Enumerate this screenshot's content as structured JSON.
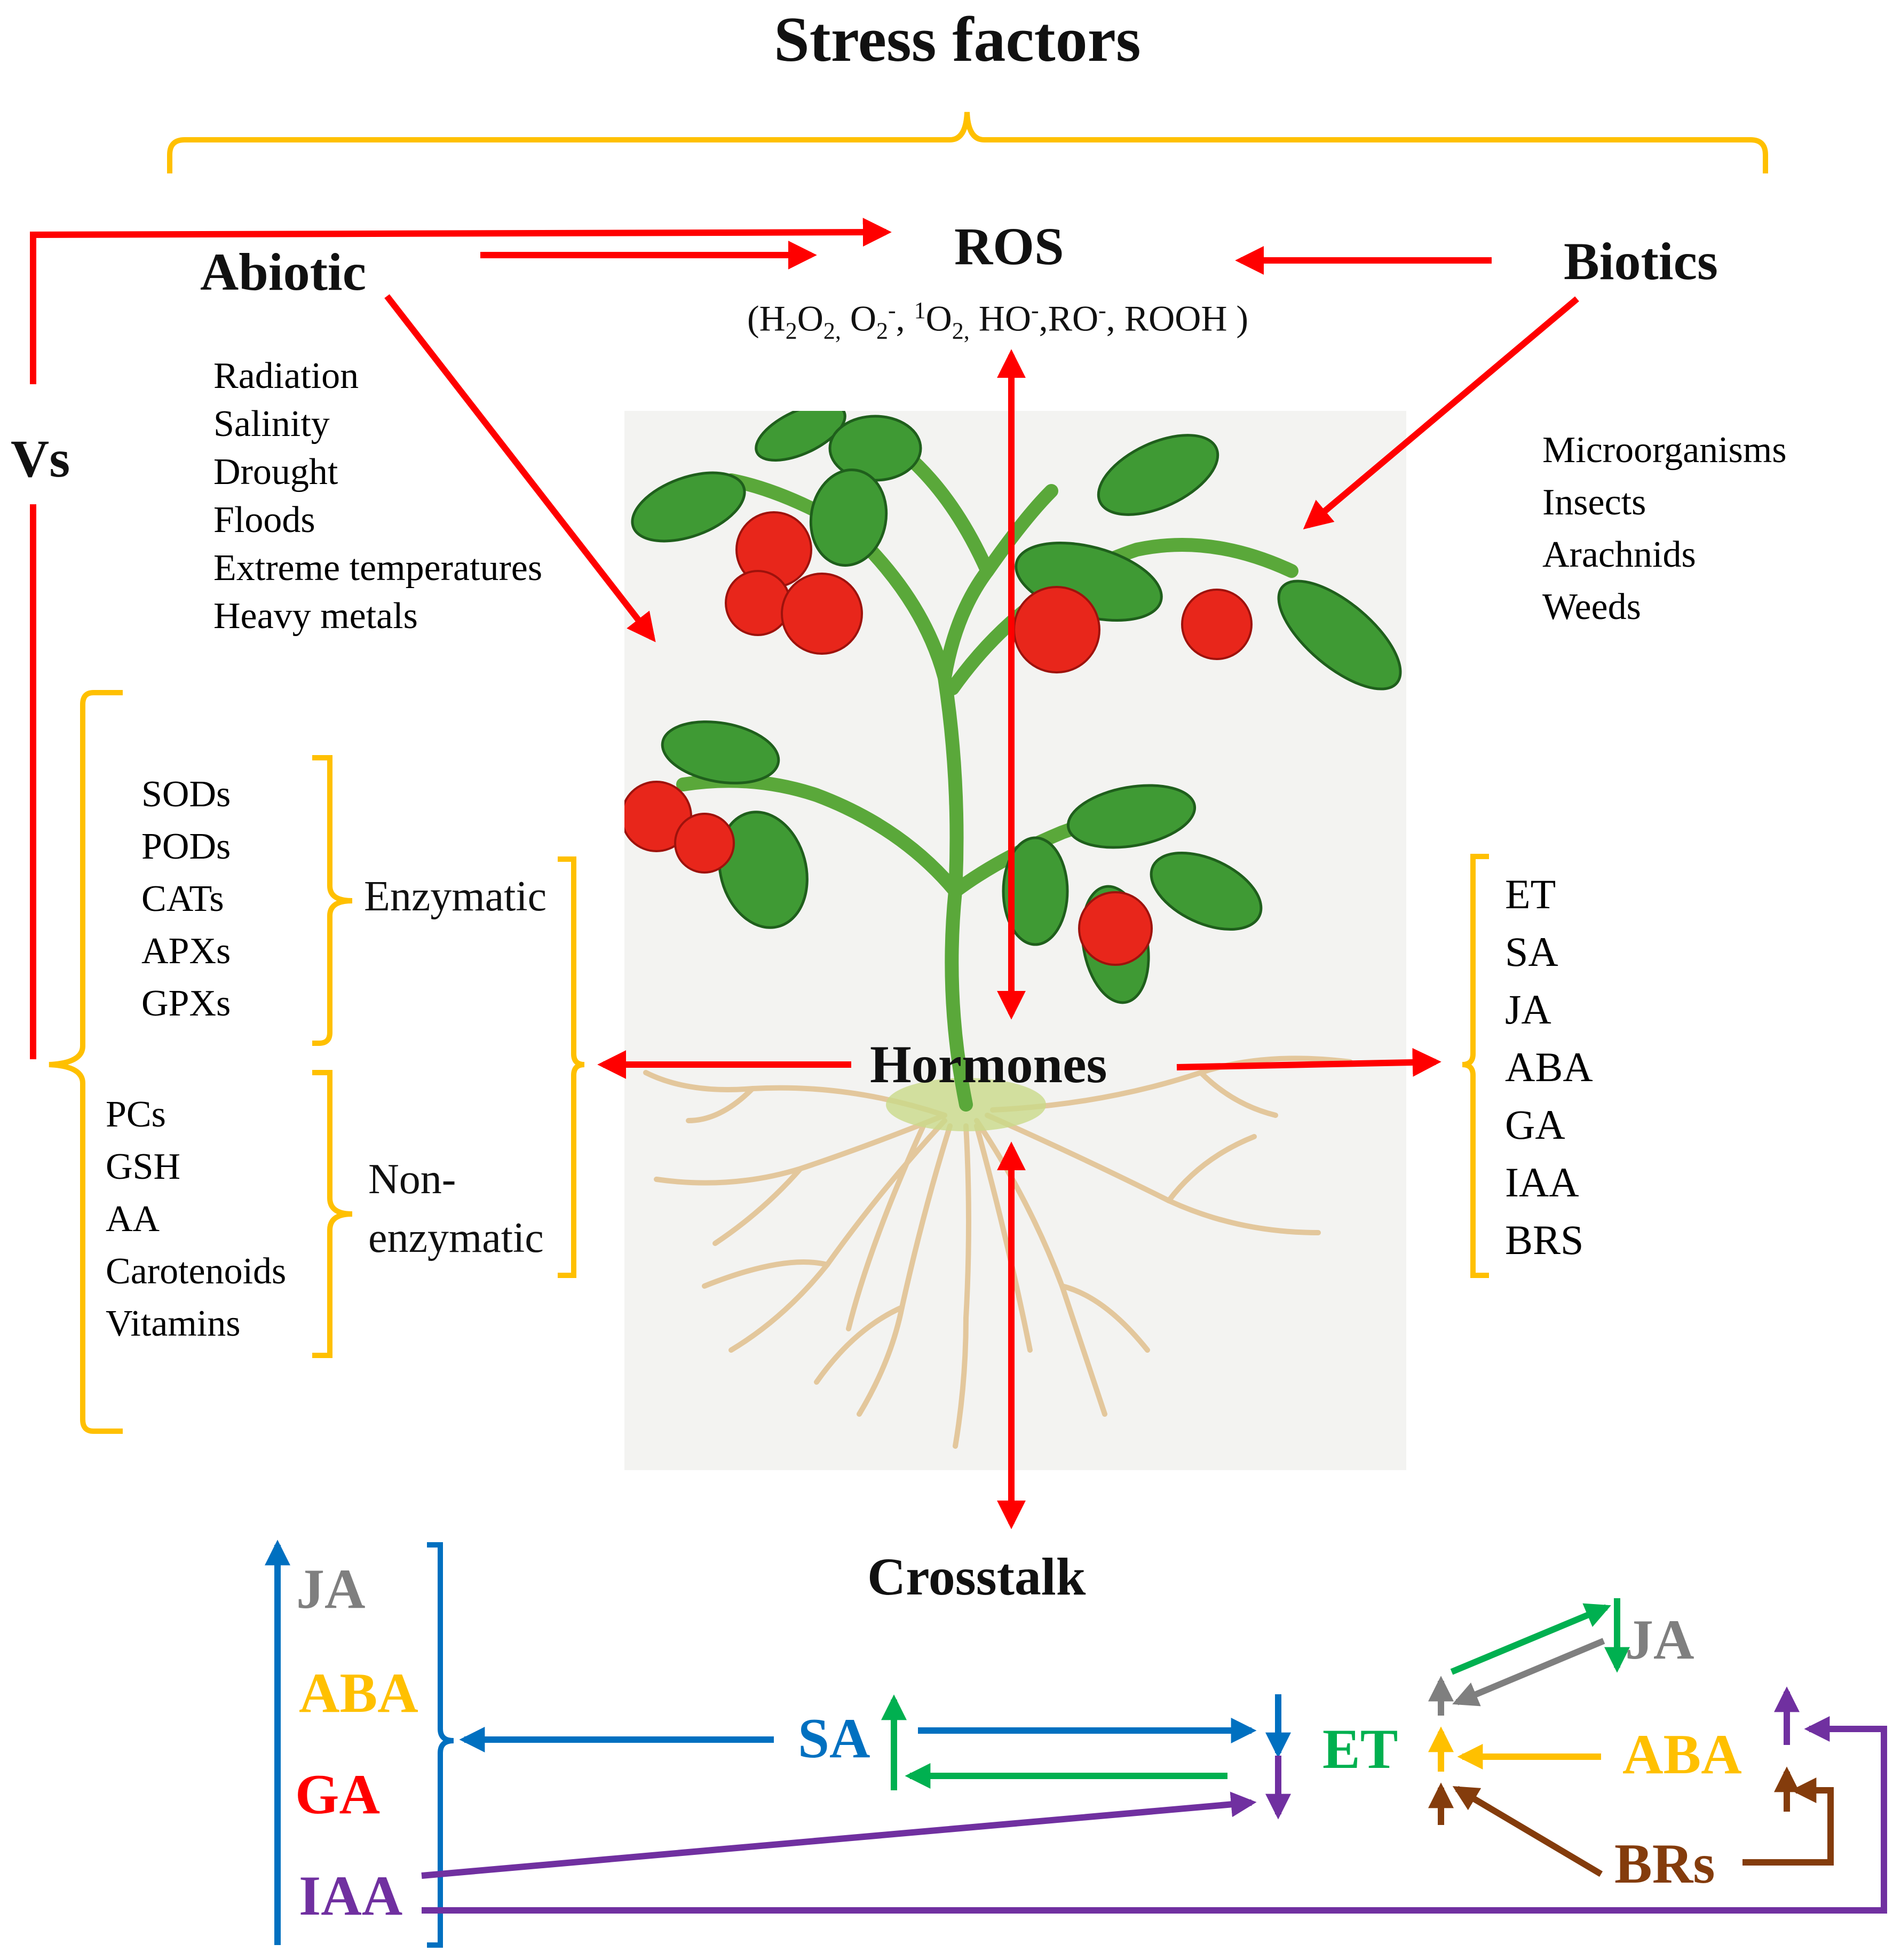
{
  "title": "Stress factors",
  "abiotic": {
    "label": "Abiotic",
    "items": [
      "Radiation",
      "Salinity",
      "Drought",
      "Floods",
      "Extreme temperatures",
      "Heavy metals"
    ]
  },
  "biotic": {
    "label": "Biotics",
    "items": [
      "Microorganisms",
      "Insects",
      "Arachnids",
      "Weeds"
    ]
  },
  "ros": {
    "label": "ROS",
    "formula_parts": {
      "open": "(H",
      "h2o2_sub1": "2",
      "h2o2_o": "O",
      "h2o2_sub2": "2,",
      "o2": " O",
      "o2_sub": "2",
      "o2_sup": "-",
      "singlet_pre": ", ",
      "singlet_sup": "1",
      "singlet_o": "O",
      "singlet_sub": "2,",
      "ho": " HO",
      "ho_sup": "-",
      "ro_pre": ",",
      "ro": "RO",
      "ro_sup": "-",
      "rooh": ", ROOH )"
    }
  },
  "vs_label": "Vs",
  "enzymatic": {
    "label": "Enzymatic",
    "items": [
      "SODs",
      "PODs",
      "CATs",
      "APXs",
      "GPXs"
    ]
  },
  "non_enzymatic": {
    "label_line1": "Non-",
    "label_line2": "enzymatic",
    "items": [
      "PCs",
      "GSH",
      "AA",
      "Carotenoids",
      "Vitamins"
    ]
  },
  "hormones": {
    "label": "Hormones",
    "items": [
      "ET",
      "SA",
      "JA",
      "ABA",
      "GA",
      "IAA",
      "BRS"
    ]
  },
  "crosstalk": {
    "label": "Crosstalk",
    "left_list": [
      {
        "label": "JA",
        "color": "#7f7f7f"
      },
      {
        "label": "ABA",
        "color": "#ffc000"
      },
      {
        "label": "GA",
        "color": "#ff0000"
      },
      {
        "label": "IAA",
        "color": "#7030a0"
      }
    ],
    "sa": {
      "label": "SA",
      "color": "#0070c0"
    },
    "et": {
      "label": "ET",
      "color": "#00b050"
    },
    "ja": {
      "label": "JA",
      "color": "#7f7f7f"
    },
    "aba": {
      "label": "ABA",
      "color": "#ffc000"
    },
    "brs": {
      "label": "BRs",
      "color": "#843c0c"
    }
  },
  "colors": {
    "arrow_red": "#ff0000",
    "bracket_yellow": "#ffc000",
    "blue": "#0070c0",
    "green": "#00b050",
    "purple": "#7030a0",
    "gray": "#7f7f7f",
    "brown": "#843c0c"
  }
}
